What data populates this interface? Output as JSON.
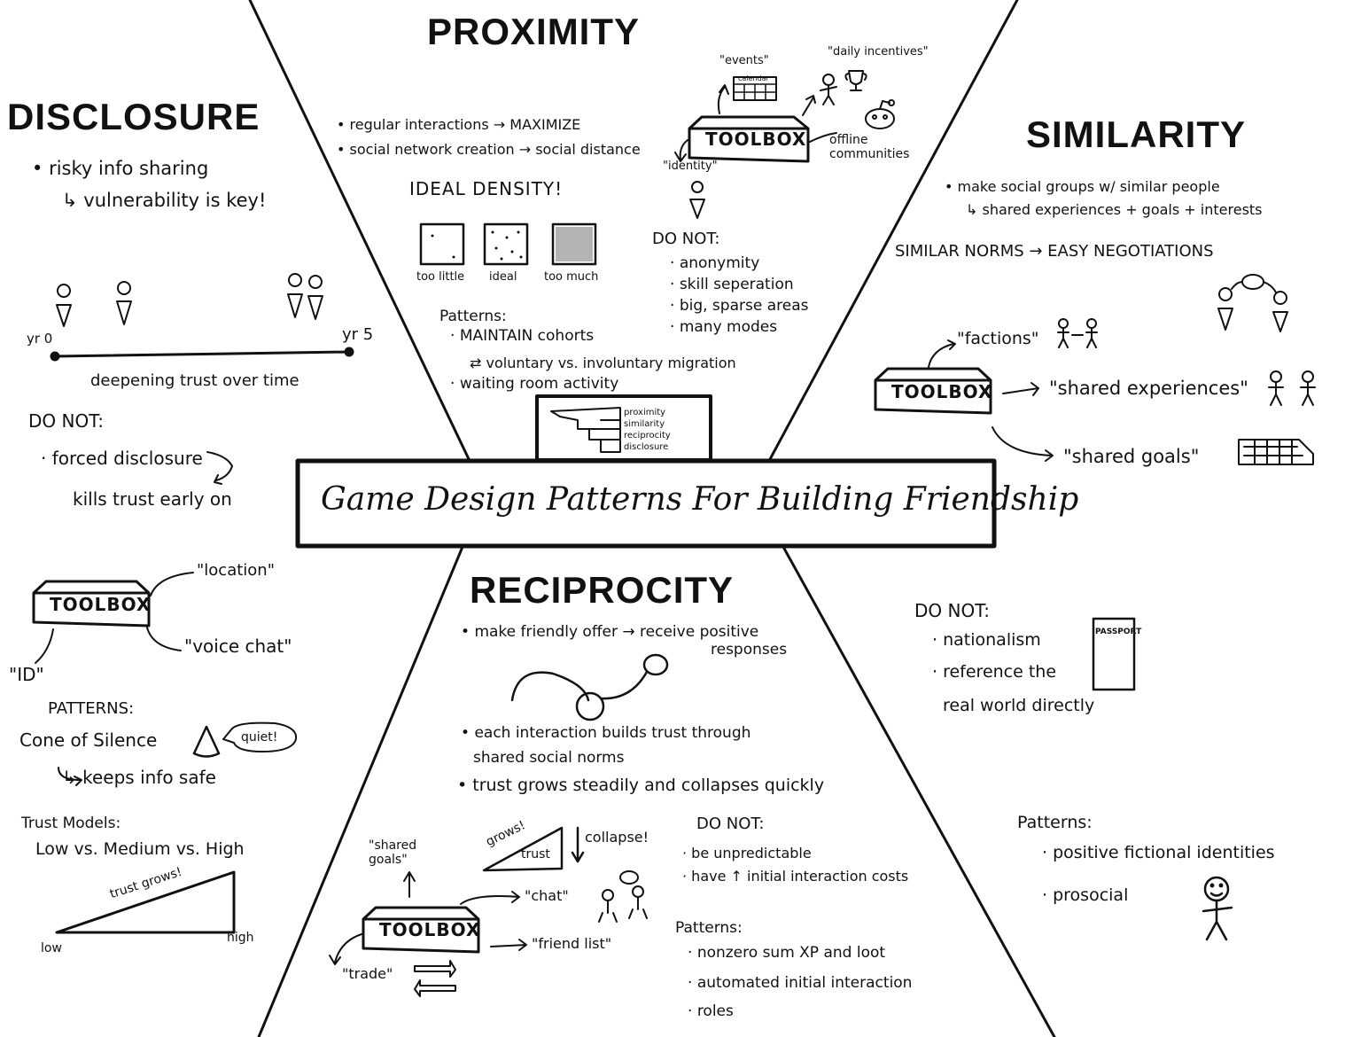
{
  "center": {
    "title": "Game Design Patterns For Building Friendship",
    "stack": [
      "proximity",
      "similarity",
      "reciprocity",
      "disclosure"
    ]
  },
  "proximity": {
    "heading": "PROXIMITY",
    "bullets": [
      "regular interactions → MAXIMIZE",
      "social network creation → social distance"
    ],
    "density_title": "IDEAL DENSITY!",
    "density_labels": [
      "too little",
      "ideal",
      "too much"
    ],
    "patterns_label": "Patterns:",
    "patterns": [
      "MAINTAIN cohorts",
      "voluntary vs. involuntary migration",
      "waiting room activity"
    ],
    "toolbox": {
      "label": "TOOLBOX",
      "items": [
        "\"events\"",
        "calendar",
        "\"daily incentives\"",
        "offline communities",
        "\"identity\""
      ]
    },
    "donot_label": "DO NOT:",
    "donot": [
      "anonymity",
      "skill seperation",
      "big, sparse areas",
      "many modes"
    ]
  },
  "disclosure": {
    "heading": "DISCLOSURE",
    "bullet": "risky info sharing",
    "sub": "↳ vulnerability is key!",
    "timeline": {
      "start": "yr 0",
      "end": "yr 5",
      "caption": "deepening trust over time"
    },
    "donot_label": "DO NOT:",
    "donot": [
      "forced disclosure",
      "kills trust early on"
    ],
    "toolbox": {
      "label": "TOOLBOX",
      "items": [
        "\"location\"",
        "\"voice chat\"",
        "\"ID\""
      ]
    },
    "patterns_label": "PATTERNS:",
    "pattern": "Cone of Silence",
    "bubble": "quiet!",
    "pattern_sub": "↳ keeps info safe",
    "trust_label": "Trust Models:",
    "trust_levels": "Low vs. Medium vs. High",
    "graph": {
      "label": "trust grows!",
      "low": "low",
      "high": "high"
    }
  },
  "similarity": {
    "heading": "SIMILARITY",
    "bullet": "make social groups w/ similar people",
    "sub": "↳ shared experiences + goals + interests",
    "norms": "SIMILAR NORMS → EASY NEGOTIATIONS",
    "toolbox": {
      "label": "TOOLBOX",
      "items": [
        "\"factions\"",
        "\"shared experiences\"",
        "\"shared goals\""
      ]
    },
    "donot_label": "DO NOT:",
    "donot": [
      "nationalism",
      "reference the",
      "real world directly"
    ],
    "passport": "PASSPORT",
    "patterns_label": "Patterns:",
    "patterns": [
      "positive fictional identities",
      "prosocial"
    ]
  },
  "reciprocity": {
    "heading": "RECIPROCITY",
    "bullets": [
      "make friendly offer → receive positive",
      "each interaction builds trust through",
      "trust grows steadily and collapses quickly"
    ],
    "bullet_conts": [
      "responses",
      "shared social norms"
    ],
    "graph": {
      "grows": "grows!",
      "trust": "trust",
      "collapse": "collapse!"
    },
    "toolbox": {
      "label": "TOOLBOX",
      "items": [
        "\"shared goals\"",
        "\"chat\"",
        "\"friend list\"",
        "\"trade\""
      ]
    },
    "donot_label": "DO NOT:",
    "donot": [
      "be unpredictable",
      "have ↑ initial interaction costs"
    ],
    "patterns_label": "Patterns:",
    "patterns": [
      "nonzero sum XP and loot",
      "automated initial interaction",
      "roles"
    ]
  }
}
